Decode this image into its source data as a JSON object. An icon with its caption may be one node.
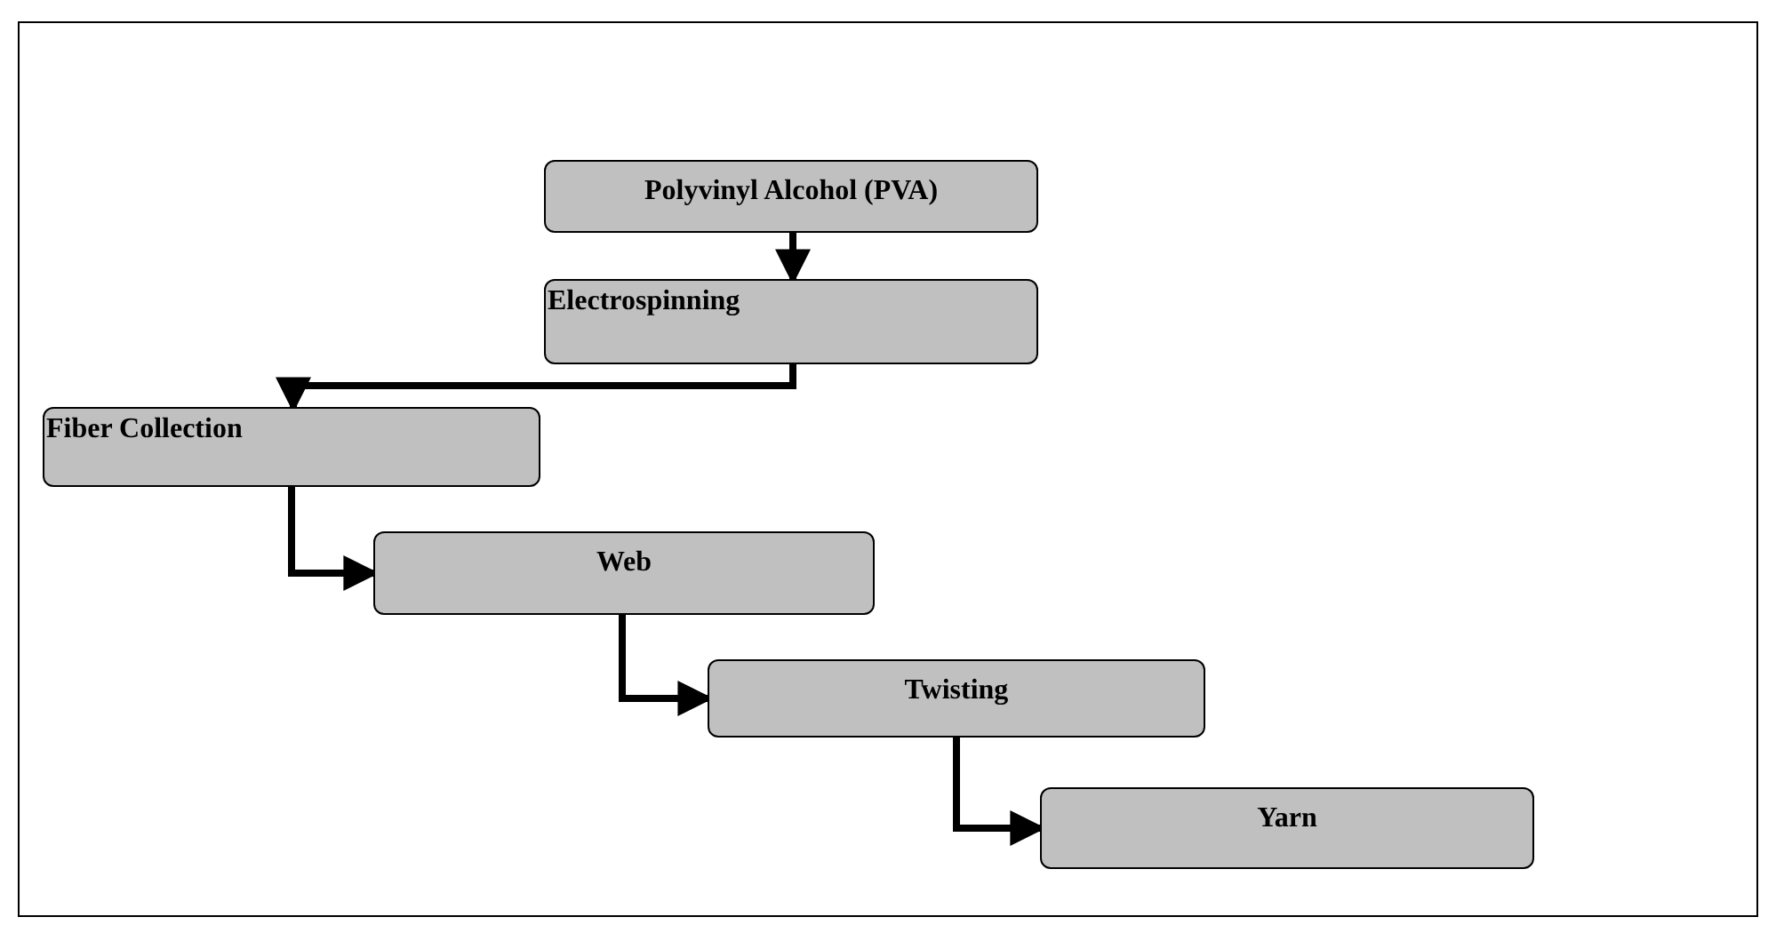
{
  "diagram": {
    "nodes": [
      {
        "text": [
          "Polyvinyl Alcohol (PVA)"
        ]
      },
      {
        "text": [
          "Electrospinning"
        ]
      },
      {
        "text": [
          "Fiber Collection"
        ]
      },
      {
        "text": [
          "Web"
        ]
      },
      {
        "text": [
          "Twisting"
        ]
      },
      {
        "text": [
          "Yarn"
        ]
      }
    ],
    "edges": [
      {
        "from": 0,
        "to": 1,
        "arrow": "to"
      },
      {
        "from": 1,
        "to": 2,
        "arrow": "to"
      },
      {
        "from": 2,
        "to": 3,
        "arrow": "to"
      },
      {
        "from": 3,
        "to": 4,
        "arrow": "to"
      },
      {
        "from": 4,
        "to": 5,
        "arrow": "to"
      }
    ]
  }
}
